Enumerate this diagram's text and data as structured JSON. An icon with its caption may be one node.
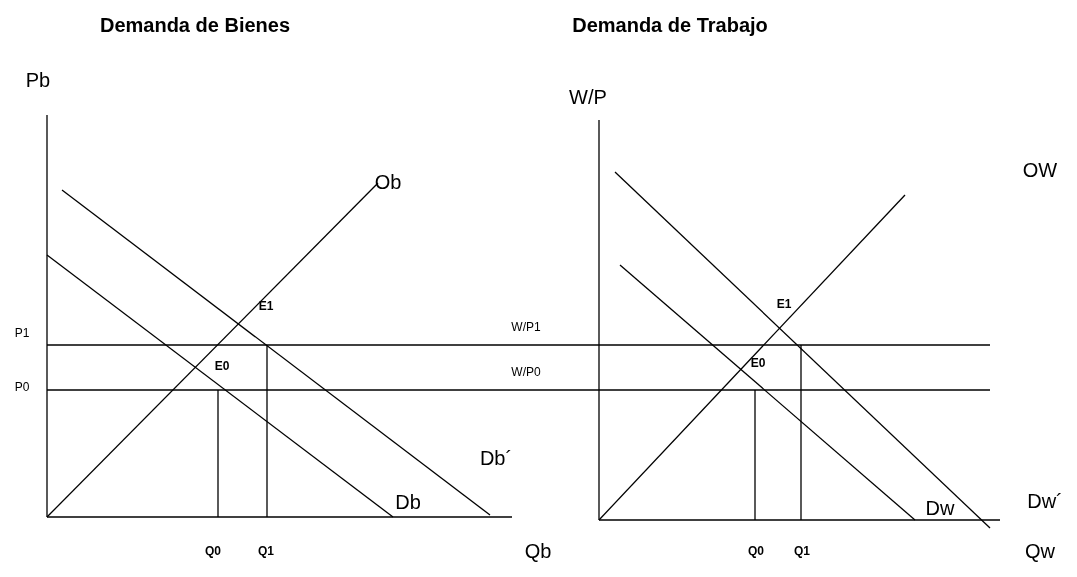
{
  "diagram": {
    "labels": [
      "Demanda de Bienes",
      "Demanda de Trabajo",
      "Pb",
      "Ob",
      "E1",
      "P1",
      "E0",
      "P0",
      "Db´",
      "Db",
      "Q0",
      "Q1",
      "Qb",
      "W/P",
      "OW",
      "W/P1",
      "E1",
      "W/P0",
      "E0",
      "Dw´",
      "Dw",
      "Q0",
      "Q1",
      "Qw"
    ]
  }
}
